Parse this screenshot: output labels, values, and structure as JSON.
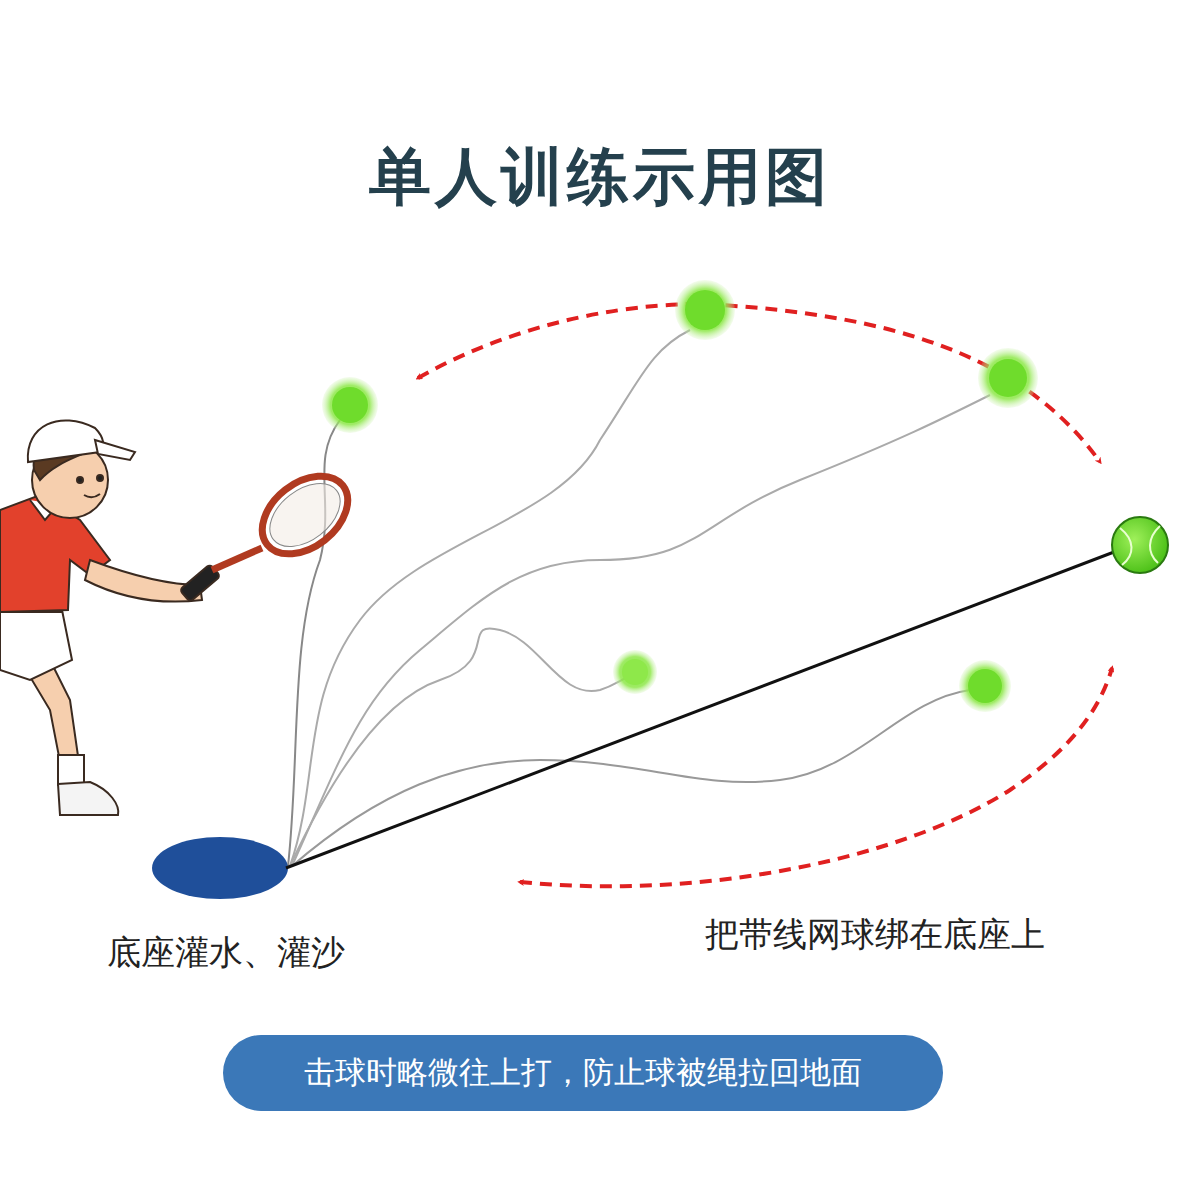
{
  "diagram": {
    "title": "单人训练示用图",
    "nodes": [
      {
        "text": [
          "击球时略微往上打，防止球被绳拉回地面"
        ]
      }
    ],
    "labels": [
      "底座灌水、灌沙",
      "把带线网球绑在底座上"
    ]
  }
}
